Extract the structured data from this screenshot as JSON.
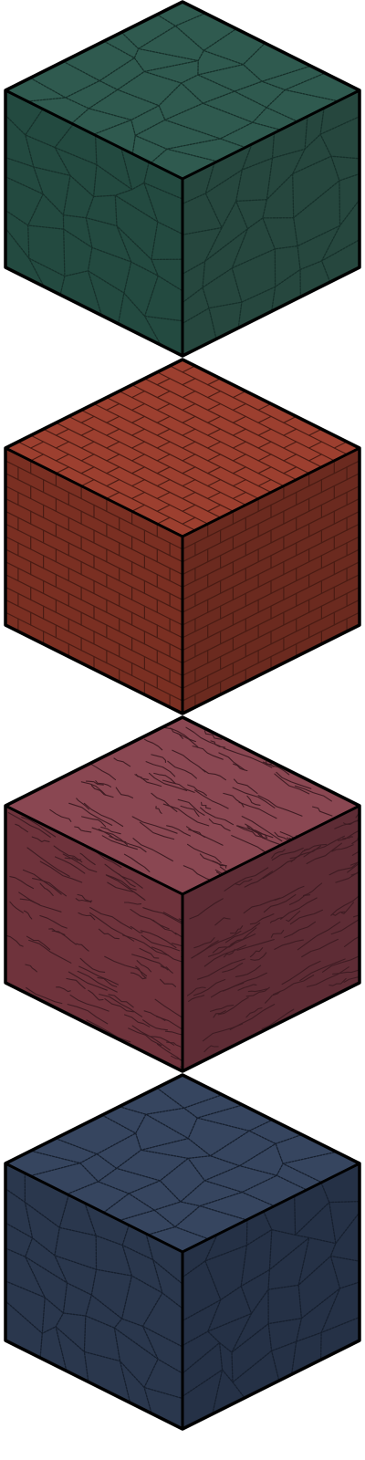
{
  "sprite_sheet": {
    "layout": "vertical",
    "blocks": [
      {
        "id": "green-stone",
        "texture": "cobblestone",
        "top_color": "#2f5a4f",
        "left_color": "#234a40",
        "right_color": "#26473e",
        "line_color": "#16302a"
      },
      {
        "id": "red-brick",
        "texture": "brick",
        "top_color": "#9c3f2f",
        "left_color": "#7a2f22",
        "right_color": "#6b2a1f",
        "line_color": "#4a1c14"
      },
      {
        "id": "maroon-cracked",
        "texture": "cracked",
        "top_color": "#8a4752",
        "left_color": "#6f333c",
        "right_color": "#5e2c35",
        "line_color": "#3f1c23"
      },
      {
        "id": "navy-cobble",
        "texture": "cobblestone",
        "top_color": "#36455f",
        "left_color": "#2a374d",
        "right_color": "#253146",
        "line_color": "#161f2e"
      }
    ]
  }
}
